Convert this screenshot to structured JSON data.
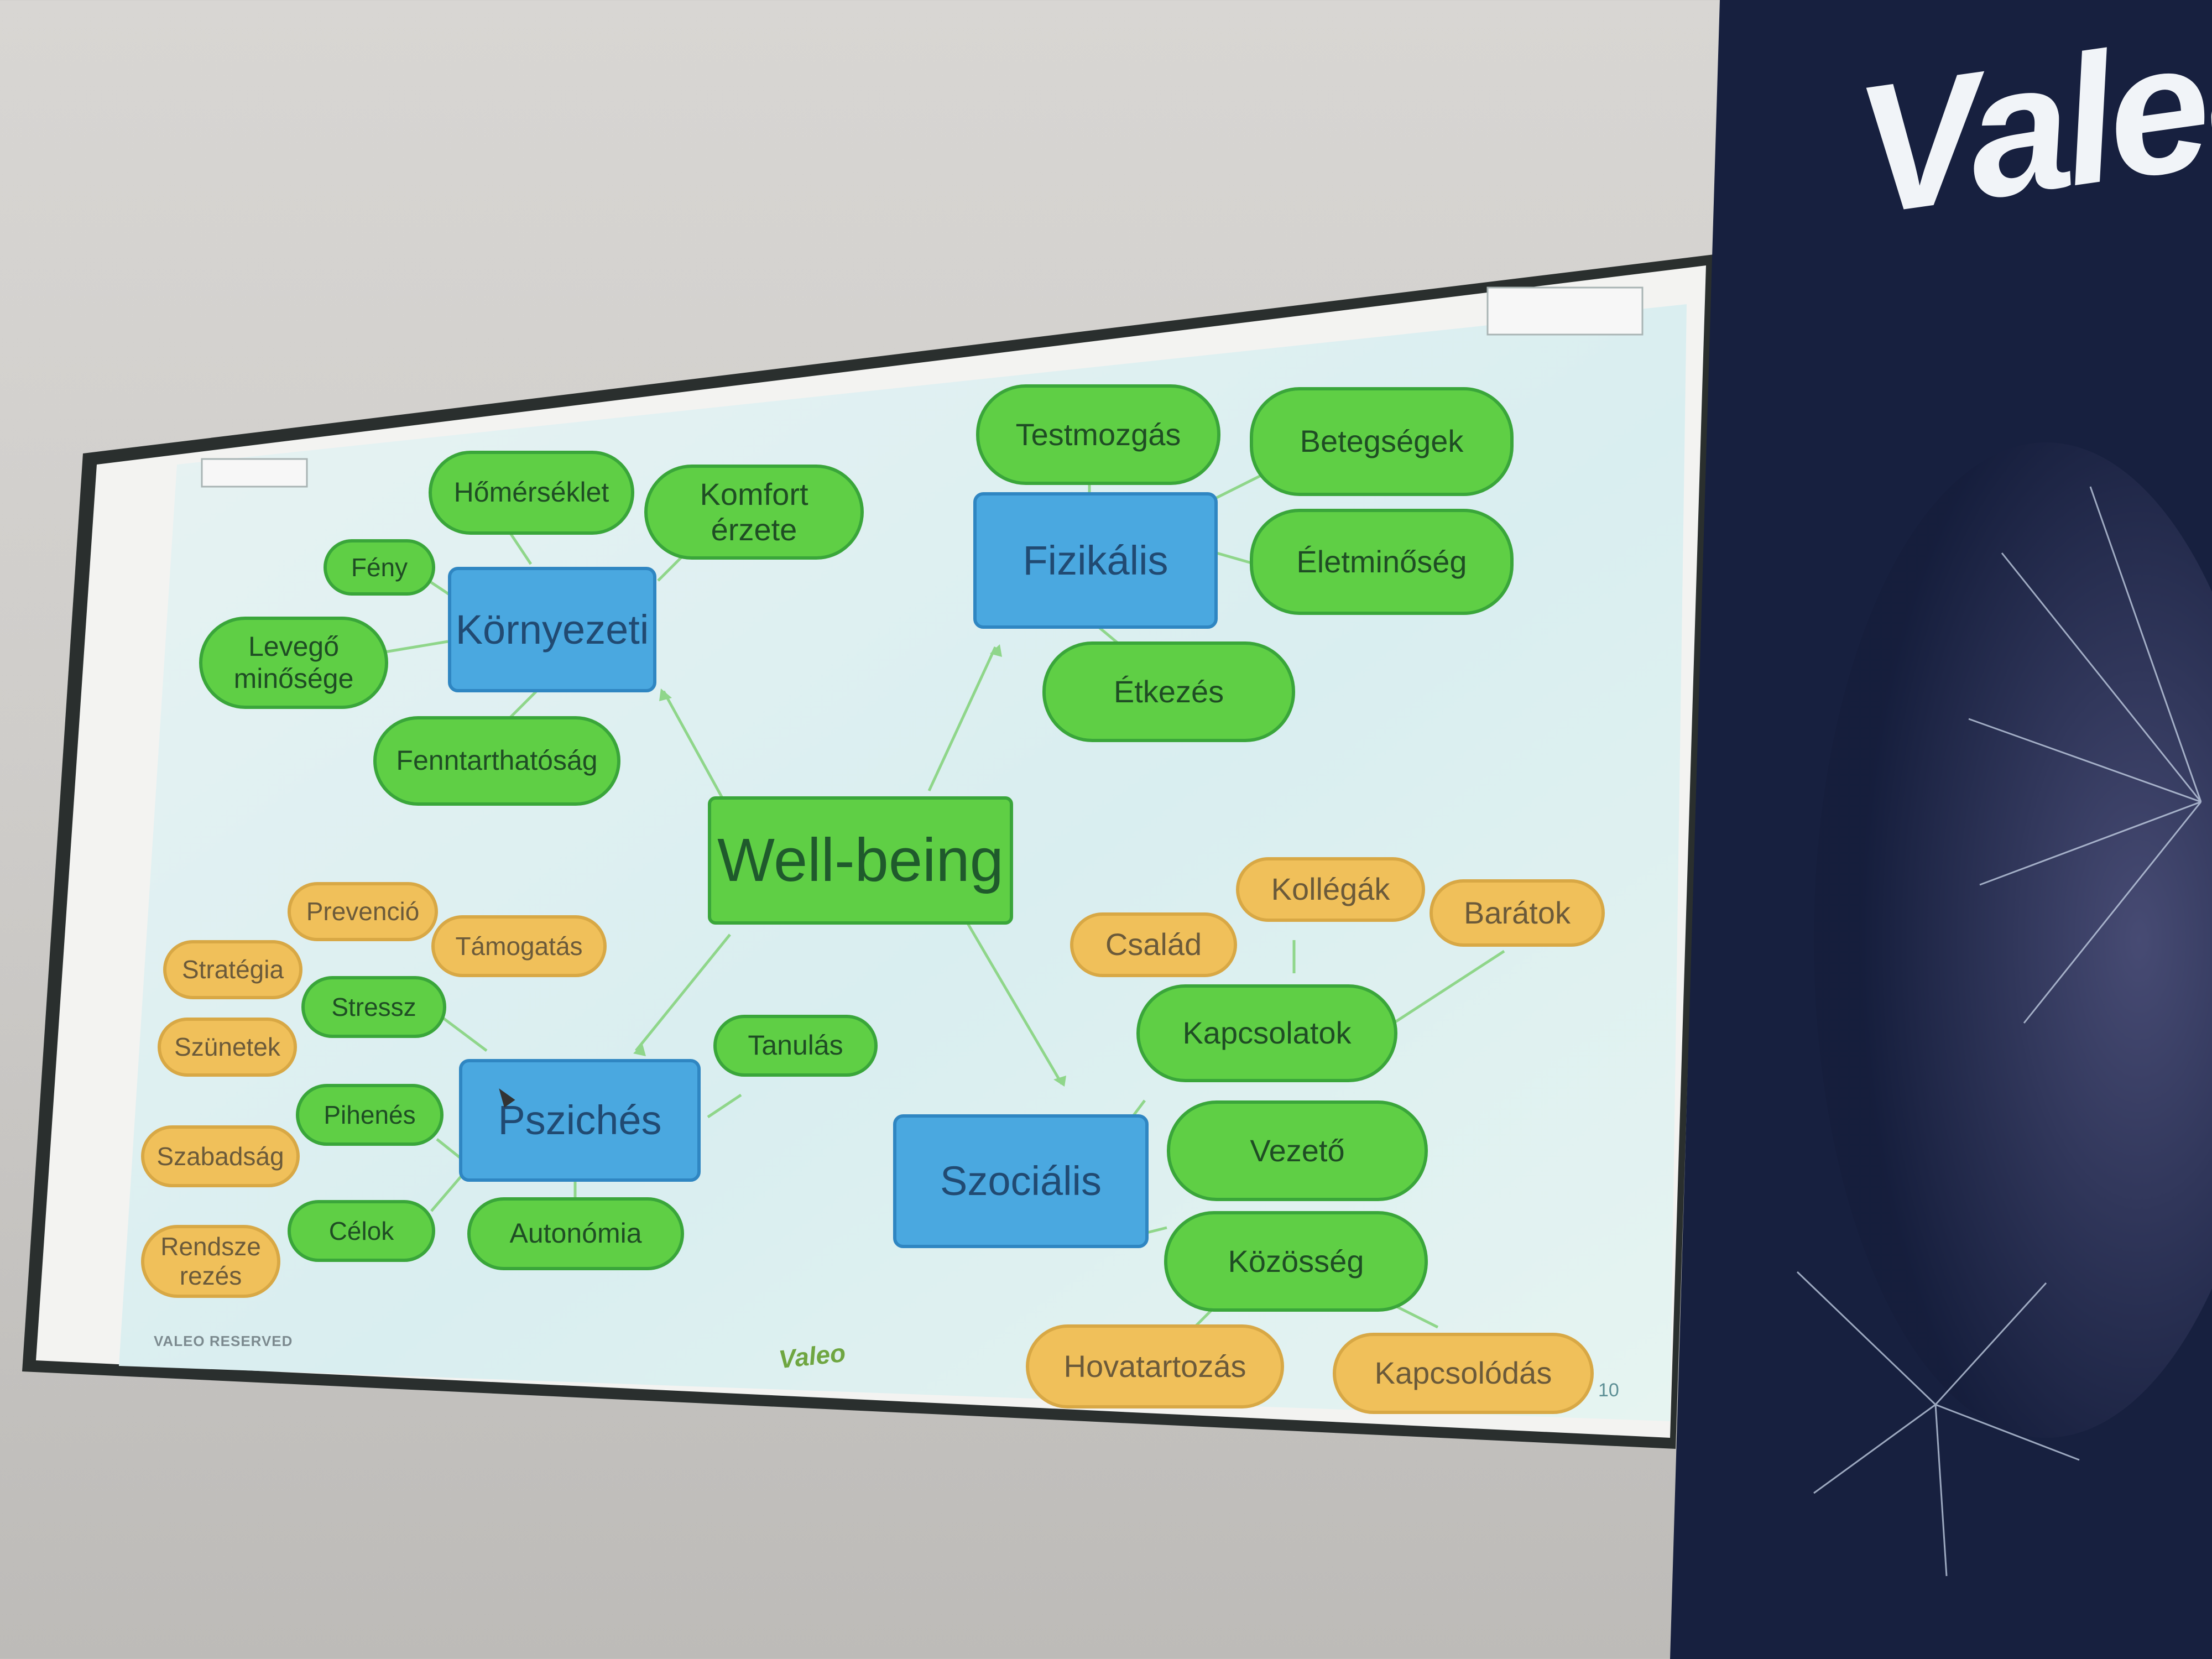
{
  "banner": {
    "brand": "Valeo"
  },
  "slide": {
    "center": "Well-being",
    "footer_left": "VALEO RESERVED",
    "footer_logo": "Valeo",
    "page_number": "10",
    "categories": {
      "kornyezeti": "Környezeti",
      "fizikalis": "Fizikális",
      "pszichés": "Pszichés",
      "szocialis": "Szociális"
    },
    "green_nodes": {
      "homerseklet": "Hőmérséklet",
      "komfort_1": "Komfort",
      "komfort_2": "érzete",
      "feny": "Fény",
      "levego_1": "Levegő",
      "levego_2": "minősége",
      "fenntarthatosag": "Fenntarthatóság",
      "testmozgas": "Testmozgás",
      "betegsegek": "Betegségek",
      "eletminoseg": "Életminőség",
      "etkezes": "Étkezés",
      "stressz": "Stressz",
      "pihenes": "Pihenés",
      "celok": "Célok",
      "autonomia": "Autonómia",
      "tanulas": "Tanulás",
      "kapcsolatok": "Kapcsolatok",
      "vezeto": "Vezető",
      "kozosseg": "Közösség"
    },
    "orange_nodes": {
      "prevencio": "Prevenció",
      "tamogatas": "Támogatás",
      "strategia": "Stratégia",
      "szunetek": "Szünetek",
      "szabadsag": "Szabadság",
      "rendszerezes_1": "Rendsze",
      "rendszerezes_2": "rezés",
      "kollegak": "Kollégák",
      "baratok": "Barátok",
      "csalad": "Család",
      "hovatartozas": "Hovatartozás",
      "kapcsolodas": "Kapcsolódás"
    }
  }
}
